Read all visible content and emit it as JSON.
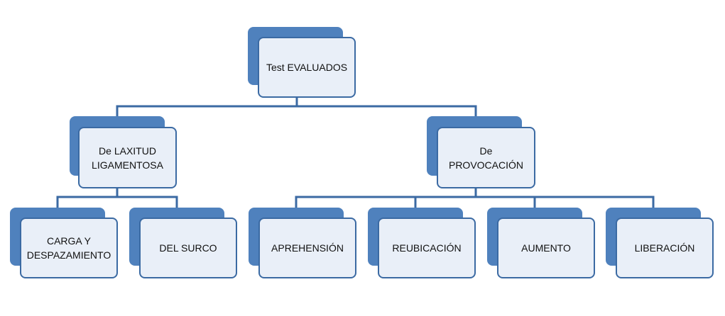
{
  "diagram": {
    "colors": {
      "back_fill": "#4f81bd",
      "front_fill": "#e9eff8",
      "border": "#3b6aa3",
      "connector": "#3b6aa3",
      "text": "#111111"
    },
    "nodes": {
      "root": {
        "label": "Test EVALUADOS"
      },
      "laxitud": {
        "label": "De LAXITUD\nLIGAMENTOSA"
      },
      "provocacion": {
        "label": "De\nPROVOCACIÓN"
      },
      "carga": {
        "label": "CARGA Y\nDESPAZAMIENTO"
      },
      "surco": {
        "label": "DEL SURCO"
      },
      "aprehension": {
        "label": "APREHENSIÓN"
      },
      "reubicacion": {
        "label": "REUBICACIÓN"
      },
      "aumento": {
        "label": "AUMENTO"
      },
      "liberacion": {
        "label": "LIBERACIÓN"
      }
    },
    "edges": [
      [
        "root",
        "laxitud"
      ],
      [
        "root",
        "provocacion"
      ],
      [
        "laxitud",
        "carga"
      ],
      [
        "laxitud",
        "surco"
      ],
      [
        "provocacion",
        "aprehension"
      ],
      [
        "provocacion",
        "reubicacion"
      ],
      [
        "provocacion",
        "aumento"
      ],
      [
        "provocacion",
        "liberacion"
      ]
    ]
  }
}
